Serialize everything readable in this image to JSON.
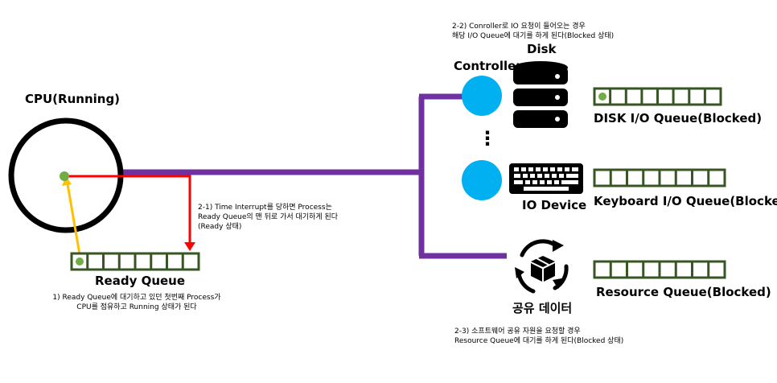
{
  "cpu": {
    "label": "CPU(Running)"
  },
  "ready_queue": {
    "label": "Ready Queue",
    "note_line1": "1) Ready Queue에 대기하고 있던 첫번째 Process가",
    "note_line2": "CPU를 점유하고 Running 상태가 된다"
  },
  "timer_note": {
    "line1": "2-1) Time Interrupt를 당하면 Process는",
    "line2": "Ready Queue의 맨 뒤로 가서 대기하게 된다",
    "line3": "(Ready 상태)"
  },
  "io_note": {
    "line1": "2-2) Conroller로 IO 요청이 들어오는 경우",
    "line2": "해당 I/O Queue에 대기를 하게 된다(Blocked 상태)"
  },
  "resource_note": {
    "line1": "2-3) 소프트웨어 공유 자원을 요청할 경우",
    "line2": "Resource Queue에 대기를 하게 된다(Blocked 상태)"
  },
  "controller": {
    "label": "Controller"
  },
  "ellipsis": "⋮",
  "disk": {
    "label": "Disk",
    "queue_label": "DISK I/O Queue(Blocked)"
  },
  "io_device": {
    "label": "IO Device",
    "queue_label": "Keyboard I/O Queue(Blocked)"
  },
  "shared_data": {
    "label": "공유 데이터",
    "queue_label": "Resource Queue(Blocked)"
  },
  "colors": {
    "purple": "#7030a0",
    "red": "#ff0000",
    "orange": "#ffc000",
    "green": "#70ad47",
    "queue_border": "#375623",
    "controller_blue": "#00b0f0"
  }
}
